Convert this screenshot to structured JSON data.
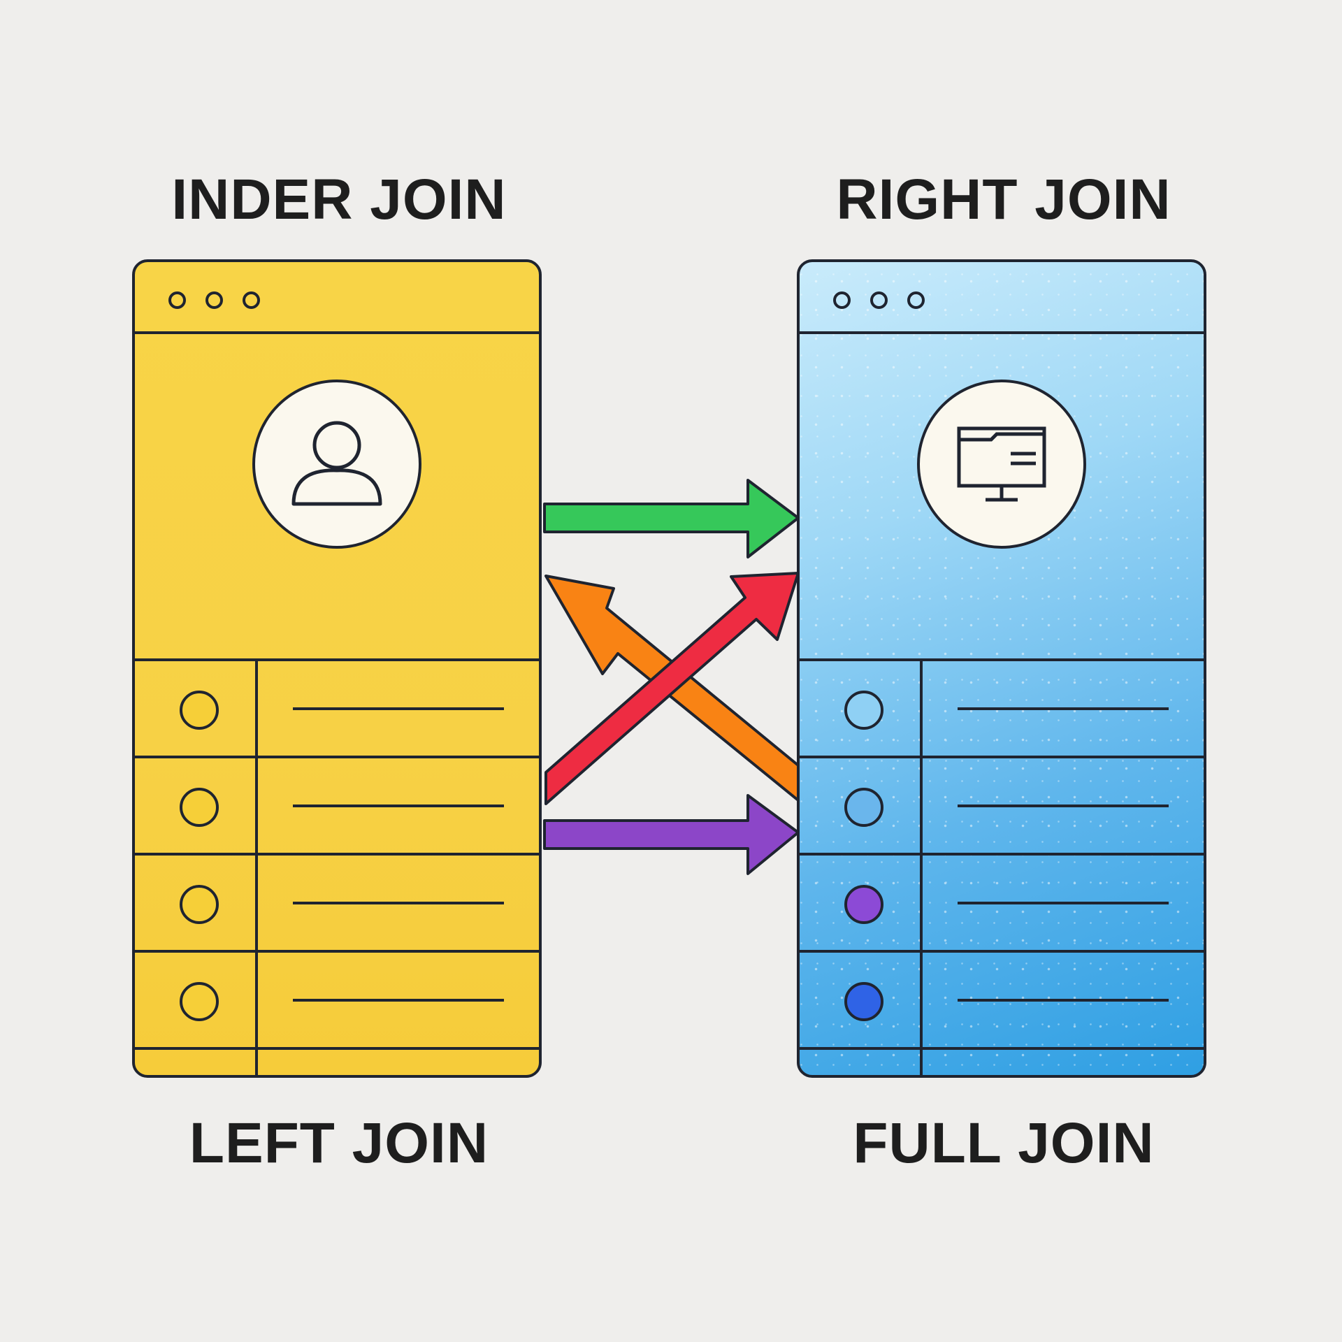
{
  "labels": {
    "top_left": "INDER JOIN",
    "top_right": "RIGHT JOIN",
    "bottom_left": "LEFT JOIN",
    "bottom_right": "FULL JOIN"
  },
  "left_table": {
    "header_icon": "user-icon",
    "row_count": 5,
    "row_marker_colors": [
      "#f6cf38",
      "#f6cf38",
      "#f6cf38",
      "#f6cf38",
      "#f6cf38"
    ]
  },
  "right_table": {
    "header_icon": "folder-monitor-icon",
    "row_count": 5,
    "row_marker_colors": [
      "#8fd0f4",
      "#6ab6ec",
      "#8c4ad6",
      "#2f63e6",
      "#2a88e2"
    ]
  },
  "arrows": [
    {
      "name": "green-arrow",
      "color": "#36c85a",
      "from": "left-header",
      "to": "right-header"
    },
    {
      "name": "orange-arrow",
      "color": "#f98314",
      "from": "right-row-3",
      "to": "left-header"
    },
    {
      "name": "red-arrow",
      "color": "#ee2c42",
      "from": "left-row-3",
      "to": "right-header"
    },
    {
      "name": "purple-arrow",
      "color": "#8c46c8",
      "from": "left-row-3",
      "to": "right-row-3"
    }
  ]
}
